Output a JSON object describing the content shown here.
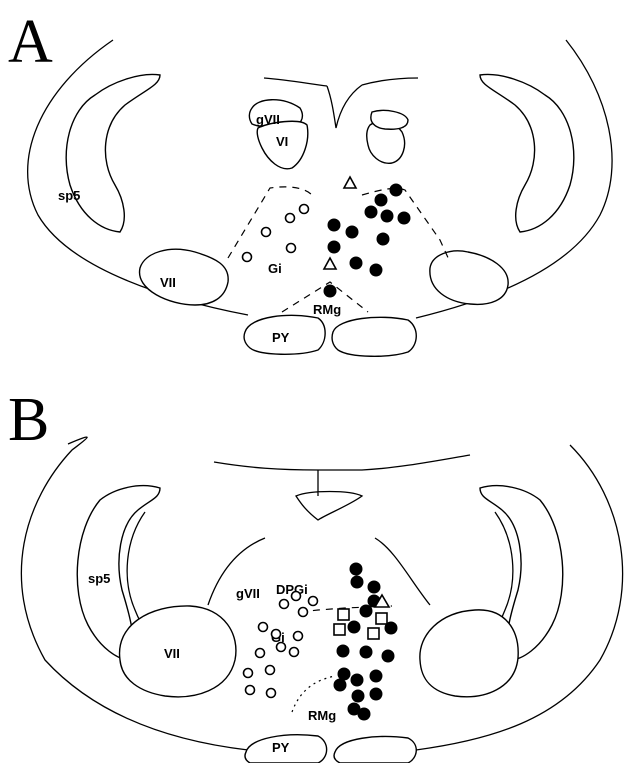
{
  "panels": [
    {
      "letter": "A",
      "labels": {
        "sp5": "sp5",
        "gVII": "gVII",
        "VI": "VI",
        "VII": "VII",
        "Gi": "Gi",
        "RMg": "RMg",
        "PY": "PY"
      }
    },
    {
      "letter": "B",
      "labels": {
        "sp5": "sp5",
        "gVII": "gVII",
        "DPGi": "DPGi",
        "Gi": "Gi",
        "VII": "VII",
        "RMg": "RMg",
        "PY": "PY"
      }
    }
  ],
  "marker_types": [
    "filled-circle",
    "open-circle",
    "open-triangle",
    "open-square"
  ],
  "colors": {
    "ink": "#000000",
    "background": "#ffffff"
  }
}
